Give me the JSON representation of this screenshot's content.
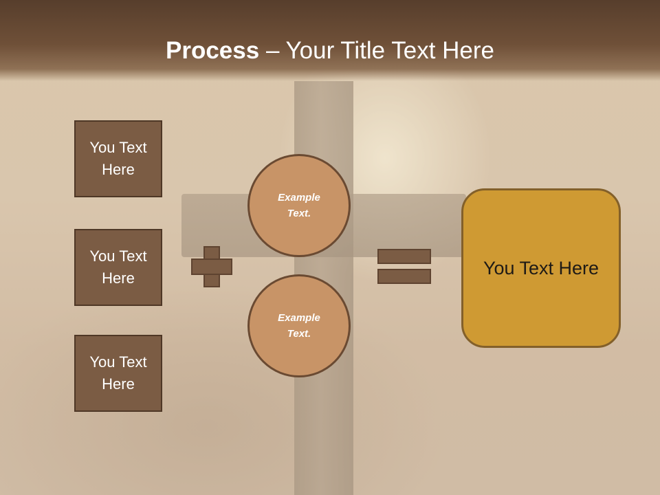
{
  "slide": {
    "title_bold": "Process",
    "title_rest": " – Your Title Text Here",
    "left_boxes": [
      "You Text Here",
      "You Text Here",
      "You Text Here"
    ],
    "circles": [
      "Example Text.",
      "Example Text."
    ],
    "result": "You Text Here"
  },
  "colors": {
    "header": "#573e2c",
    "box_fill": "#7b5c44",
    "circle_fill": "#c89467",
    "result_fill": "#cf9a33"
  }
}
